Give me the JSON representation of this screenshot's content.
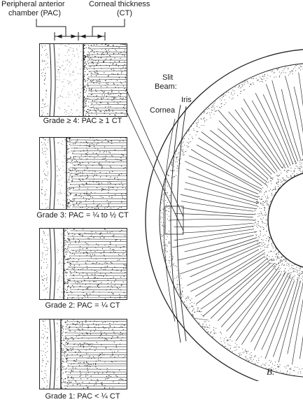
{
  "header": {
    "pac_label_line1": "Peripheral anterior",
    "pac_label_line2": "chamber (PAC)",
    "ct_label_line1": "Corneal thickness",
    "ct_label_line2": "(CT)"
  },
  "grades": [
    {
      "caption": "Grade ≥ 4: PAC ≥ 1 CT",
      "pac_fraction_of_ct": 1.0
    },
    {
      "caption": "Grade 3: PAC = ¼ to ½ CT",
      "pac_fraction_of_ct": 0.375
    },
    {
      "caption": "Grade 2: PAC = ¼ CT",
      "pac_fraction_of_ct": 0.25
    },
    {
      "caption": "Grade 1: PAC < ¼ CT",
      "pac_fraction_of_ct": 0.15
    }
  ],
  "eye_labels": {
    "slit_line1": "Slit",
    "slit_line2": "Beam:",
    "iris": "Iris",
    "cornea": "Cornea",
    "plate": "B."
  }
}
